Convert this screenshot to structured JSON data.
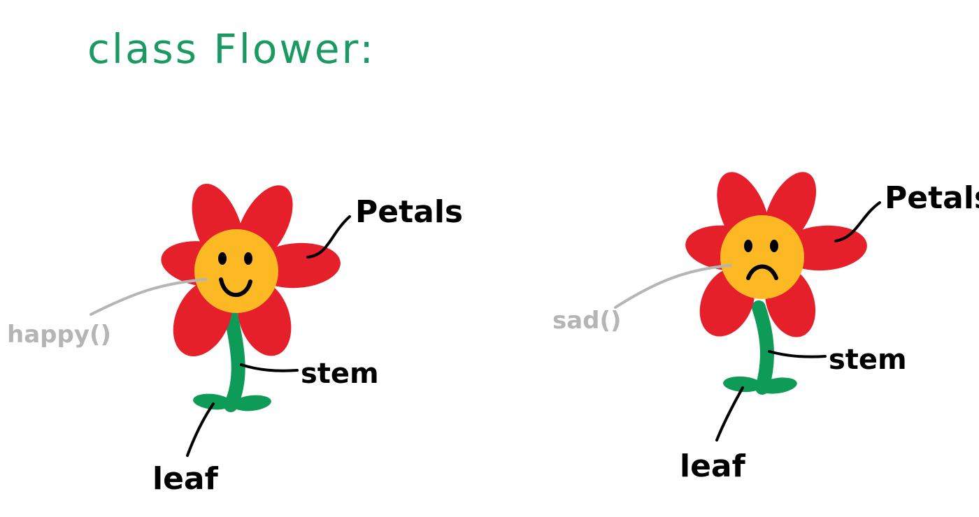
{
  "title": "class Flower:",
  "colors": {
    "title": "#1a9a62",
    "petal": "#e5202a",
    "center": "#fcb924",
    "stem": "#0e9b58",
    "ink": "#000000",
    "method_pointer": "#b5b5b5",
    "method_text": "#b5b5b5"
  },
  "flowers": [
    {
      "mood": "happy",
      "method": "happy()",
      "labels": {
        "petals": "Petals",
        "stem": "stem",
        "leaf": "leaf"
      }
    },
    {
      "mood": "sad",
      "method": "sad()",
      "labels": {
        "petals": "Petals",
        "stem": "stem",
        "leaf": "leaf"
      }
    }
  ]
}
